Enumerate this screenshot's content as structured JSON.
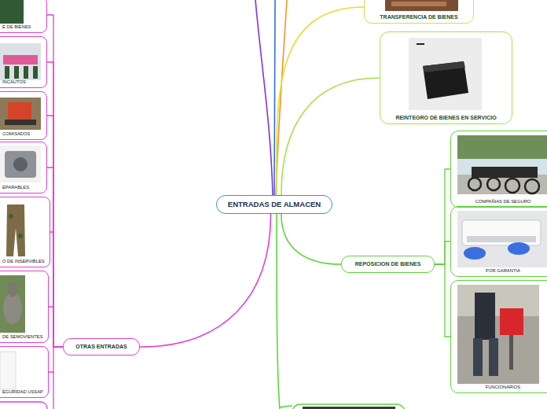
{
  "diagram": {
    "nodes": [
      {
        "text": [
          "ENTRADAS DE ALMACEN"
        ]
      },
      {
        "text": [
          "TRANSFERENCIA DE BIENES"
        ]
      },
      {
        "text": [
          "REINTEGRO DE BIENES EN SERVICIO"
        ]
      },
      {
        "text": [
          "REPOSICION DE BIENES"
        ]
      },
      {
        "text": [
          "COMPAÑIAS DE SEGURO"
        ]
      },
      {
        "text": [
          "POR GARANTIA"
        ]
      },
      {
        "text": [
          "FUNCIONARIOS"
        ]
      },
      {
        "text": [
          "OTRAS ENTRADAS"
        ]
      },
      {
        "text": [
          "E DE BIENES"
        ]
      },
      {
        "text": [
          "INCAUTOS"
        ]
      },
      {
        "text": [
          "COMISADOS"
        ]
      },
      {
        "text": [
          "EPARABLES"
        ]
      },
      {
        "text": [
          "O DE INSERVIBLES"
        ]
      },
      {
        "text": [
          "DE SEMOVIENTES"
        ]
      },
      {
        "text": [
          "EGURIDAD USSAP"
        ]
      }
    ],
    "edges": [
      {
        "from": 0,
        "to": 1,
        "arrow": "none"
      },
      {
        "from": 0,
        "to": 2,
        "arrow": "none"
      },
      {
        "from": 0,
        "to": 3,
        "arrow": "none"
      },
      {
        "from": 0,
        "to": 7,
        "arrow": "none"
      },
      {
        "from": 3,
        "to": 4,
        "arrow": "none"
      },
      {
        "from": 3,
        "to": 5,
        "arrow": "none"
      },
      {
        "from": 3,
        "to": 6,
        "arrow": "none"
      },
      {
        "from": 7,
        "to": 8,
        "arrow": "none"
      },
      {
        "from": 7,
        "to": 9,
        "arrow": "none"
      },
      {
        "from": 7,
        "to": 10,
        "arrow": "none"
      },
      {
        "from": 7,
        "to": 11,
        "arrow": "none"
      },
      {
        "from": 7,
        "to": 12,
        "arrow": "none"
      },
      {
        "from": 7,
        "to": 13,
        "arrow": "none"
      },
      {
        "from": 7,
        "to": 14,
        "arrow": "none"
      }
    ]
  }
}
